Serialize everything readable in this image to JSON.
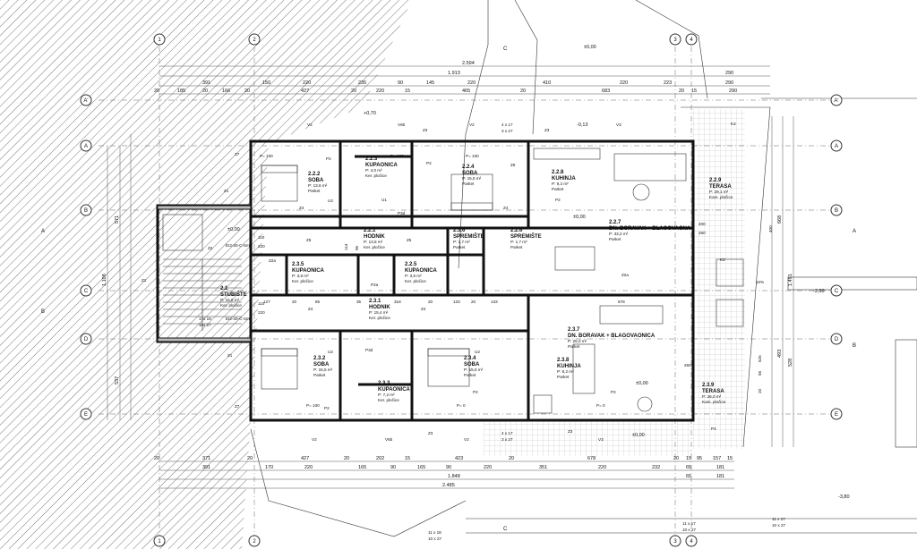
{
  "axes": {
    "columns": [
      "1",
      "2",
      "3",
      "4"
    ],
    "rows": [
      "A'",
      "A",
      "B",
      "C",
      "D",
      "E"
    ]
  },
  "rooms": [
    {
      "id": "2.2.2",
      "name": "SOBA",
      "area": "P: 13,6 m²",
      "floor": "Parket"
    },
    {
      "id": "2.2.3",
      "name": "KUPAONICA",
      "area": "P: 4,0 m²",
      "floor": "Ker. pločice"
    },
    {
      "id": "2.2.4",
      "name": "SOBA",
      "area": "P: 15,5 m²",
      "floor": "Parket"
    },
    {
      "id": "2.2.8",
      "name": "KUHINJA",
      "area": "P: 9,2 m²",
      "floor": "Parket"
    },
    {
      "id": "2.2.9",
      "name": "TERASA",
      "area": "P: 29,1 m²",
      "floor": "Kam. pločice"
    },
    {
      "id": "2.2.7",
      "name": "DN. BORAVAK + BLAGOVAONA",
      "area": "P: 33,2 m²",
      "floor": "Parket"
    },
    {
      "id": "2.2.1",
      "name": "HODNIK",
      "area": "P: 13,8 m²",
      "floor": "Ker. pločice"
    },
    {
      "id": "2.3.6",
      "name": "SPREMIŠTE",
      "area": "P: 1,7 m²",
      "floor": "Parket"
    },
    {
      "id": "2.2.6",
      "name": "SPREMIŠTE",
      "area": "P: 1,7 m²",
      "floor": "Parket"
    },
    {
      "id": "2.3.5",
      "name": "KUPAONICA",
      "area": "P: 3,6 m²",
      "floor": "Ker. pločice"
    },
    {
      "id": "2.2.5",
      "name": "KUPAONICA",
      "area": "P: 3,5 m²",
      "floor": "Ker. pločice"
    },
    {
      "id": "2.1",
      "name": "STUBIŠTE",
      "area": "P: 15,6 m²",
      "floor": "Ker. pločice"
    },
    {
      "id": "2.3.1",
      "name": "HODNIK",
      "area": "P: 15,4 m²",
      "floor": "Ker. pločice"
    },
    {
      "id": "2.3.7",
      "name": "DN. BORAVAK + BLAGOVAONICA",
      "area": "P: 25,0 m²",
      "floor": "Parket"
    },
    {
      "id": "2.3.2",
      "name": "SOBA",
      "area": "P: 15,5 m²",
      "floor": "Parket"
    },
    {
      "id": "2.3.4",
      "name": "SOBA",
      "area": "P: 15,5 m²",
      "floor": "Parket"
    },
    {
      "id": "2.3.8",
      "name": "KUHINJA",
      "area": "P: 8,2 m²",
      "floor": "Parket"
    },
    {
      "id": "2.3.3",
      "name": "KUPAONICA",
      "area": "P: 7,2 m²",
      "floor": "Ker. pločice"
    },
    {
      "id": "2.3.9",
      "name": "TERASA",
      "area": "P: 26,0 m²",
      "floor": "Kam. pločice"
    }
  ],
  "levels": [
    "±0,00",
    "+0,70",
    "-0,13",
    "±0,00",
    "-2,60",
    "-3,80",
    "±0,00",
    "±0,00",
    "±0,00"
  ],
  "tags": {
    "doors": [
      "V2",
      "V6b",
      "V2",
      "V3",
      "V2",
      "V6b",
      "V2",
      "V3",
      "Z3",
      "Z3",
      "Z3",
      "Z3",
      "Z4",
      "Z4",
      "Z4",
      "Z4",
      "Z5",
      "Z5",
      "Z6",
      "Z7",
      "Z7",
      "Z1",
      "Z1",
      "Z1",
      "Z2",
      "Z2a",
      "Z2a",
      "P2",
      "P2",
      "P2",
      "P2",
      "P2",
      "P2",
      "P2a",
      "P3d",
      "P3d",
      "P4",
      "K2",
      "K2",
      "U1",
      "U2",
      "U2",
      "U2"
    ],
    "p_labels": [
      "P= 100",
      "P= 100",
      "P= 100",
      "P= 100",
      "P= 0",
      "P= 0"
    ]
  },
  "stairs": [
    "17x 18",
    "16x 27",
    "11 x 18",
    "10 x 27",
    "4 x 17",
    "3 x 27",
    "4 x 17",
    "3 x 27",
    "11 x 17",
    "10 x 27",
    "11 x 17",
    "10 x 27"
  ],
  "stair_notes": [
    "EI2-30-C-Sm",
    "EI2-30-C-Sm"
  ],
  "dimensions": {
    "top_overall": "2.594",
    "top_row2": [
      "1.913",
      "290"
    ],
    "top_row3": [
      "391",
      "150",
      "220",
      "235",
      "90",
      "145",
      "220",
      "410",
      "220",
      "223",
      "290"
    ],
    "top_row4": [
      "20",
      "185",
      "20",
      "166",
      "20",
      "427",
      "20",
      "220",
      "15",
      "465",
      "20",
      "683",
      "20",
      "15",
      "290"
    ],
    "bottom_row1": [
      "20",
      "371",
      "20",
      "427",
      "20",
      "202",
      "15",
      "423",
      "20",
      "678",
      "20",
      "15",
      "95",
      "157",
      "15"
    ],
    "bottom_row2": [
      "391",
      "170",
      "220",
      "165",
      "90",
      "165",
      "90",
      "220",
      "351",
      "220",
      "232",
      "65",
      "181"
    ],
    "bottom_row3": [
      "1.848",
      "65",
      "181"
    ],
    "bottom_overall": "2.485",
    "left_outer": [
      "1.108",
      "571",
      "537"
    ],
    "right_outer": [
      "1.491",
      "668",
      "493",
      "528"
    ],
    "interior": [
      "110",
      "220",
      "110",
      "220",
      "114",
      "95",
      "127",
      "20",
      "85",
      "35",
      "318",
      "20",
      "133",
      "20",
      "133",
      "678",
      "400",
      "260",
      "400",
      "260",
      "525",
      "55",
      "20",
      "10%"
    ]
  },
  "section_marks": [
    "A",
    "A",
    "B",
    "B",
    "C",
    "C"
  ]
}
